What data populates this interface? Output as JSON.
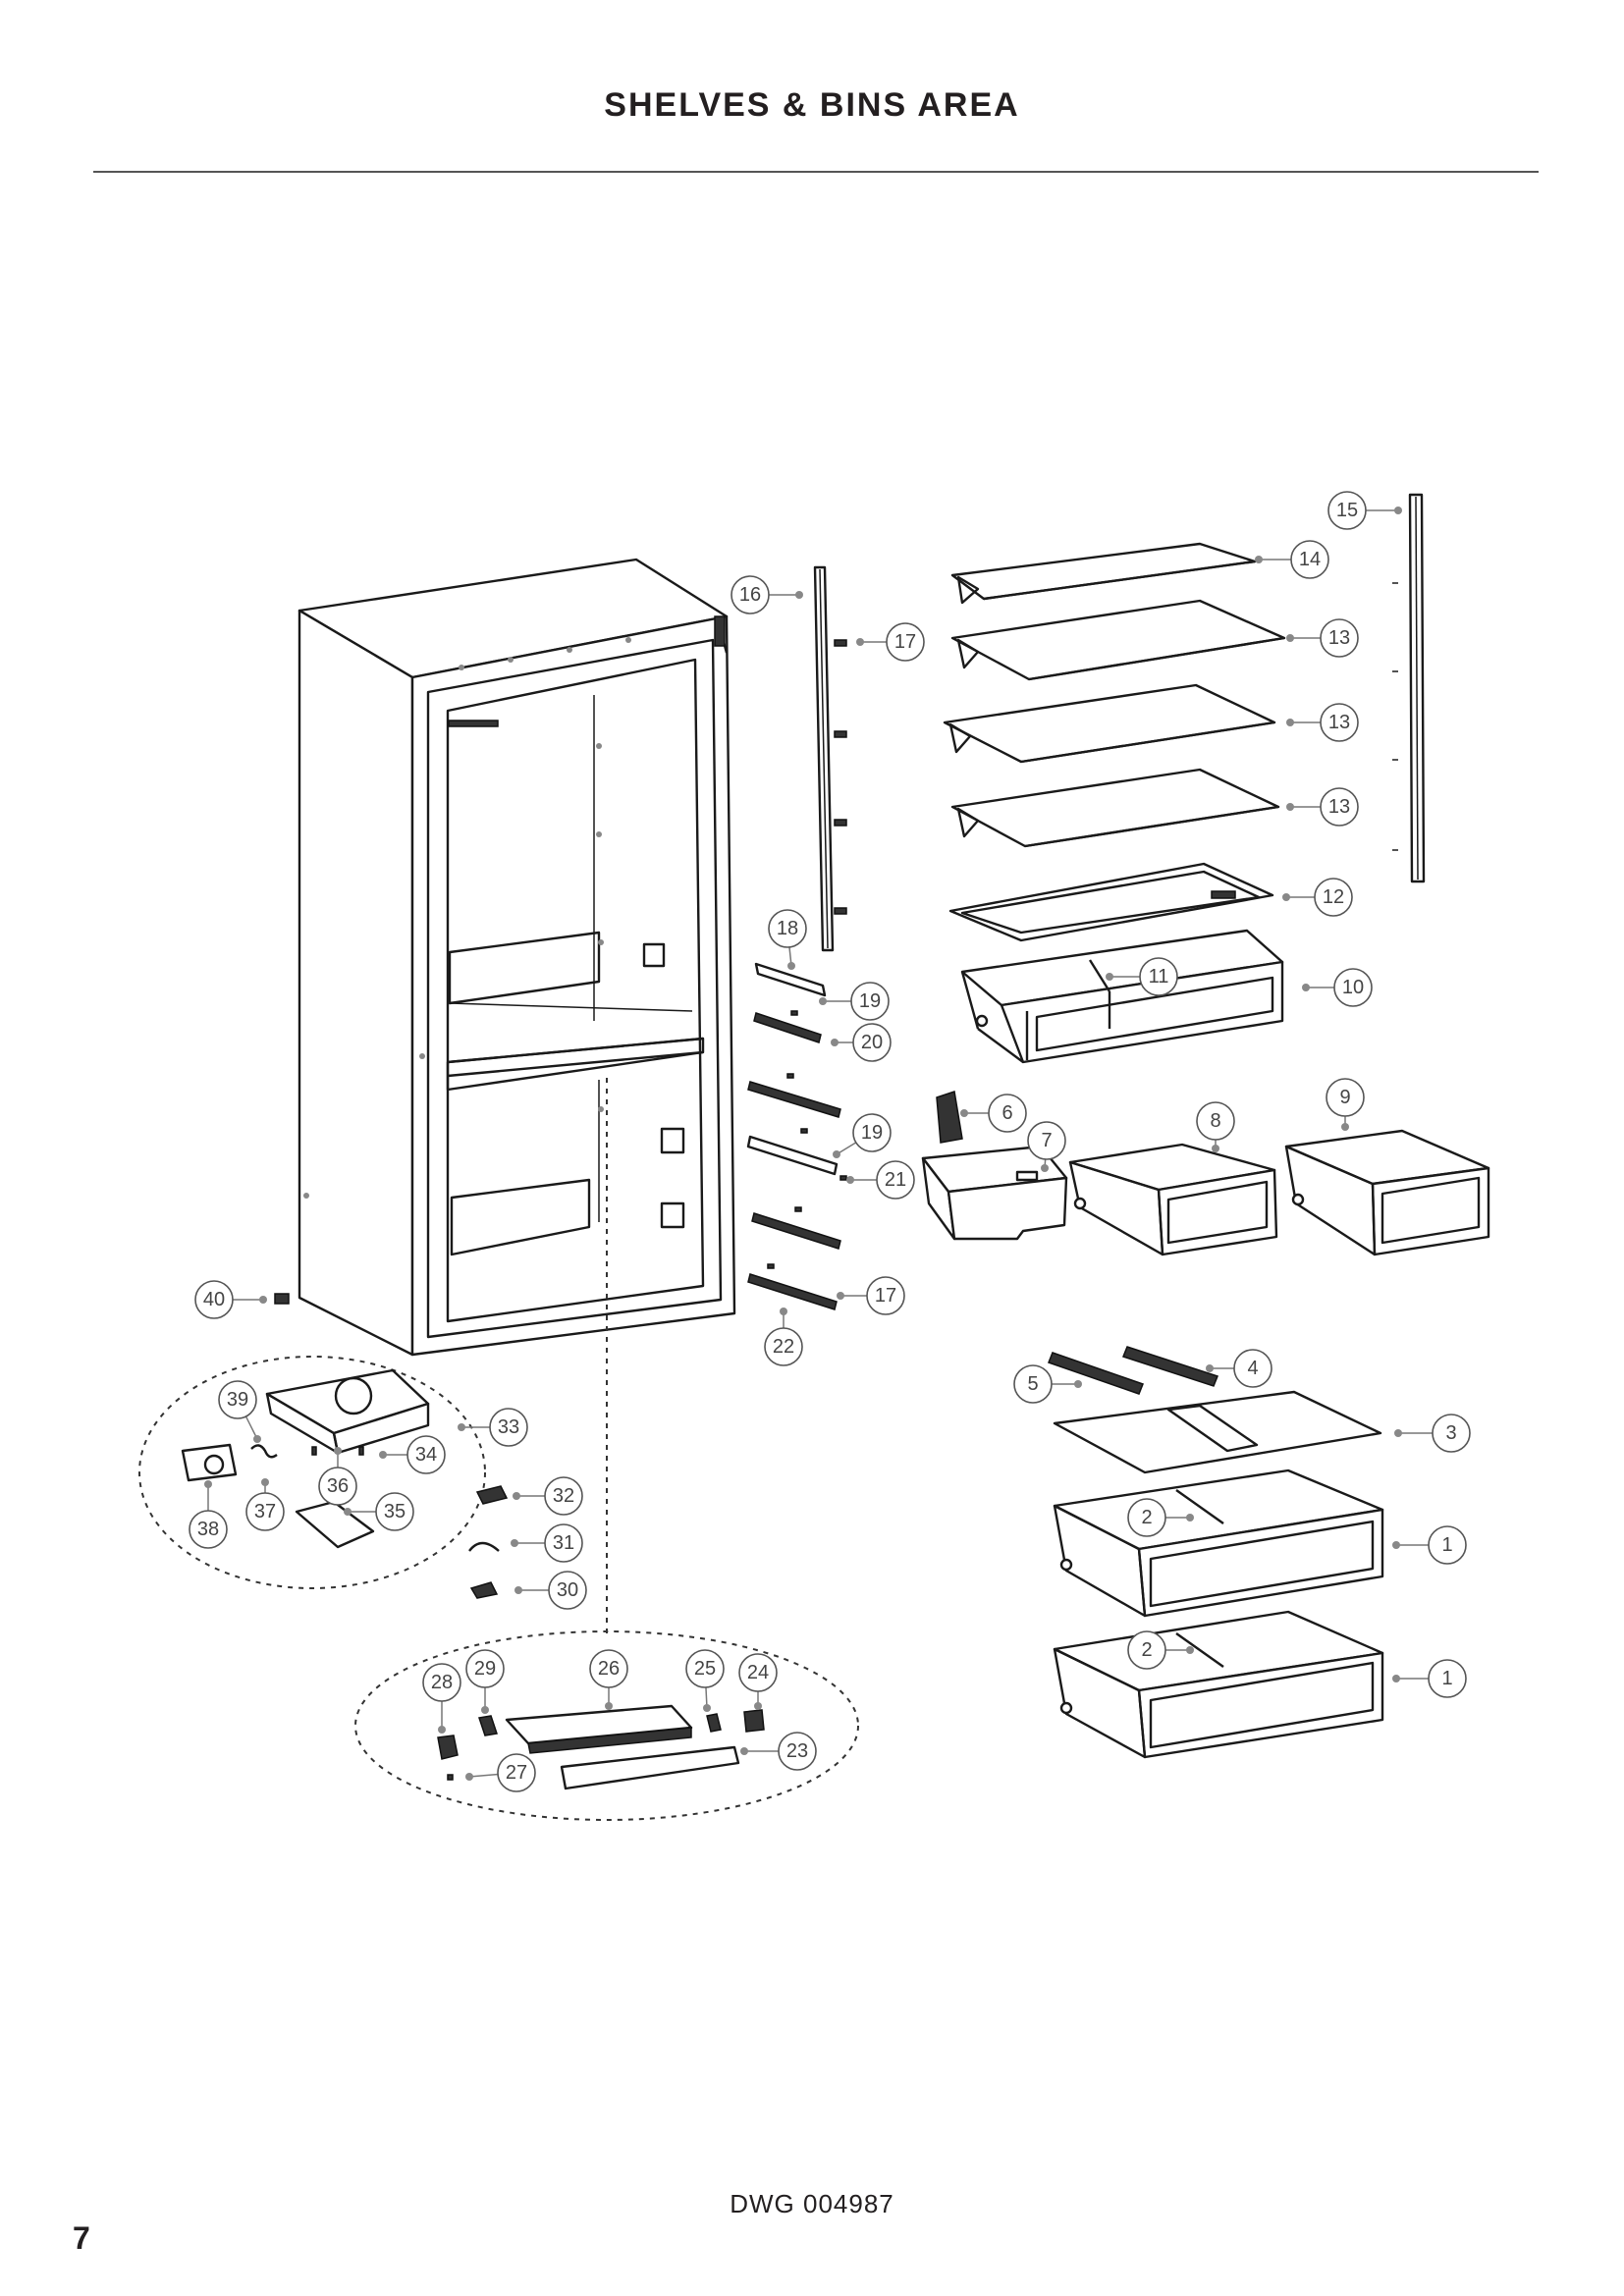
{
  "header": {
    "title": "SHELVES & BINS AREA"
  },
  "footer": {
    "drawing_number": "DWG 004987",
    "page_number": "7"
  },
  "callouts": [
    {
      "label": "1"
    },
    {
      "label": "1"
    },
    {
      "label": "2"
    },
    {
      "label": "2"
    },
    {
      "label": "3"
    },
    {
      "label": "4"
    },
    {
      "label": "5"
    },
    {
      "label": "6"
    },
    {
      "label": "7"
    },
    {
      "label": "8"
    },
    {
      "label": "9"
    },
    {
      "label": "10"
    },
    {
      "label": "11"
    },
    {
      "label": "12"
    },
    {
      "label": "13"
    },
    {
      "label": "13"
    },
    {
      "label": "13"
    },
    {
      "label": "14"
    },
    {
      "label": "15"
    },
    {
      "label": "16"
    },
    {
      "label": "17"
    },
    {
      "label": "17"
    },
    {
      "label": "18"
    },
    {
      "label": "19"
    },
    {
      "label": "19"
    },
    {
      "label": "20"
    },
    {
      "label": "21"
    },
    {
      "label": "22"
    },
    {
      "label": "23"
    },
    {
      "label": "24"
    },
    {
      "label": "25"
    },
    {
      "label": "26"
    },
    {
      "label": "27"
    },
    {
      "label": "28"
    },
    {
      "label": "29"
    },
    {
      "label": "30"
    },
    {
      "label": "31"
    },
    {
      "label": "32"
    },
    {
      "label": "33"
    },
    {
      "label": "34"
    },
    {
      "label": "35"
    },
    {
      "label": "36"
    },
    {
      "label": "37"
    },
    {
      "label": "38"
    },
    {
      "label": "39"
    },
    {
      "label": "40"
    }
  ]
}
